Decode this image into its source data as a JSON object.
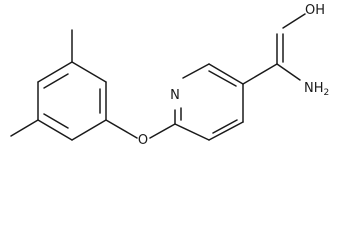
{
  "molecule": {
    "atoms": {
      "pyridine_n": "N",
      "ether_o": "O",
      "oxime_oh": "OH",
      "amine_nh2": "NH",
      "amine_nh2_subscript": "2"
    }
  }
}
